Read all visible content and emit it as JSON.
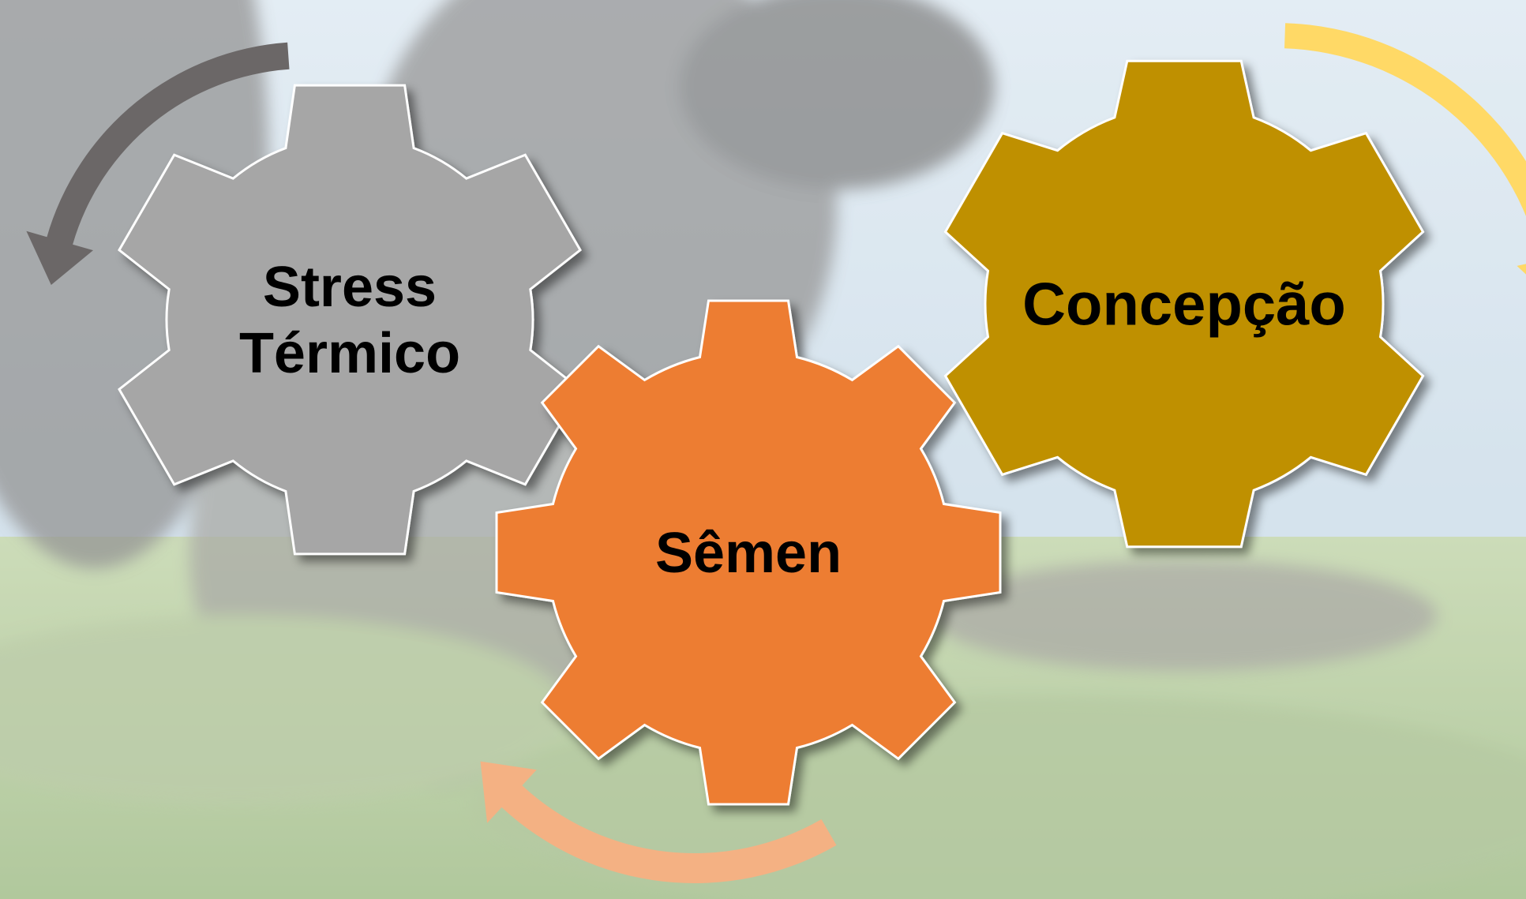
{
  "diagram": {
    "gears": [
      {
        "id": "stress",
        "lines": [
          "Stress",
          "Térmico"
        ],
        "color": "#a6a6a6"
      },
      {
        "id": "semen",
        "lines": [
          "Sêmen"
        ],
        "color": "#ed7d31"
      },
      {
        "id": "concepcao",
        "lines": [
          "Concepção"
        ],
        "color": "#bf9000"
      }
    ],
    "arrows": [
      {
        "id": "stress-arrow",
        "color": "#6b6767",
        "direction": "counterclockwise"
      },
      {
        "id": "semen-arrow",
        "color": "#f4b183",
        "direction": "clockwise"
      },
      {
        "id": "concepcao-arrow",
        "color": "#ffd966",
        "direction": "clockwise"
      }
    ]
  },
  "background": {
    "sky": "#c9dbe8",
    "field": "#a9c48d",
    "cow": "#6f6f6f"
  }
}
